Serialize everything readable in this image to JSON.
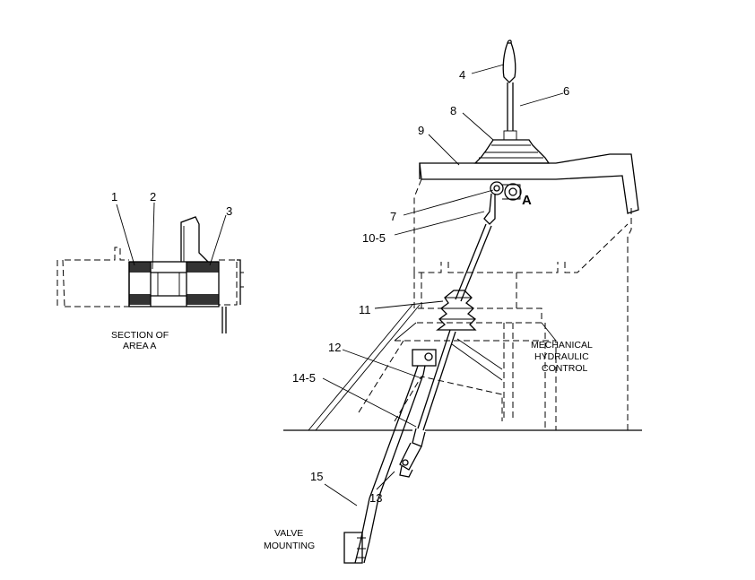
{
  "diagram": {
    "callouts": {
      "c1": "1",
      "c2": "2",
      "c3": "3",
      "c4": "4",
      "c6": "6",
      "c7": "7",
      "c8": "8",
      "c9": "9",
      "c10": "10-5",
      "c11": "11",
      "c12": "12",
      "c13": "13",
      "c14": "14-5",
      "c15": "15",
      "cA": "A"
    },
    "section_caption": [
      "SECTION OF",
      "AREA A"
    ],
    "control_caption": [
      "MECHANICAL",
      "HYDRAULIC",
      "CONTROL"
    ],
    "valve_caption": [
      "VALVE",
      "MOUNTING"
    ]
  }
}
